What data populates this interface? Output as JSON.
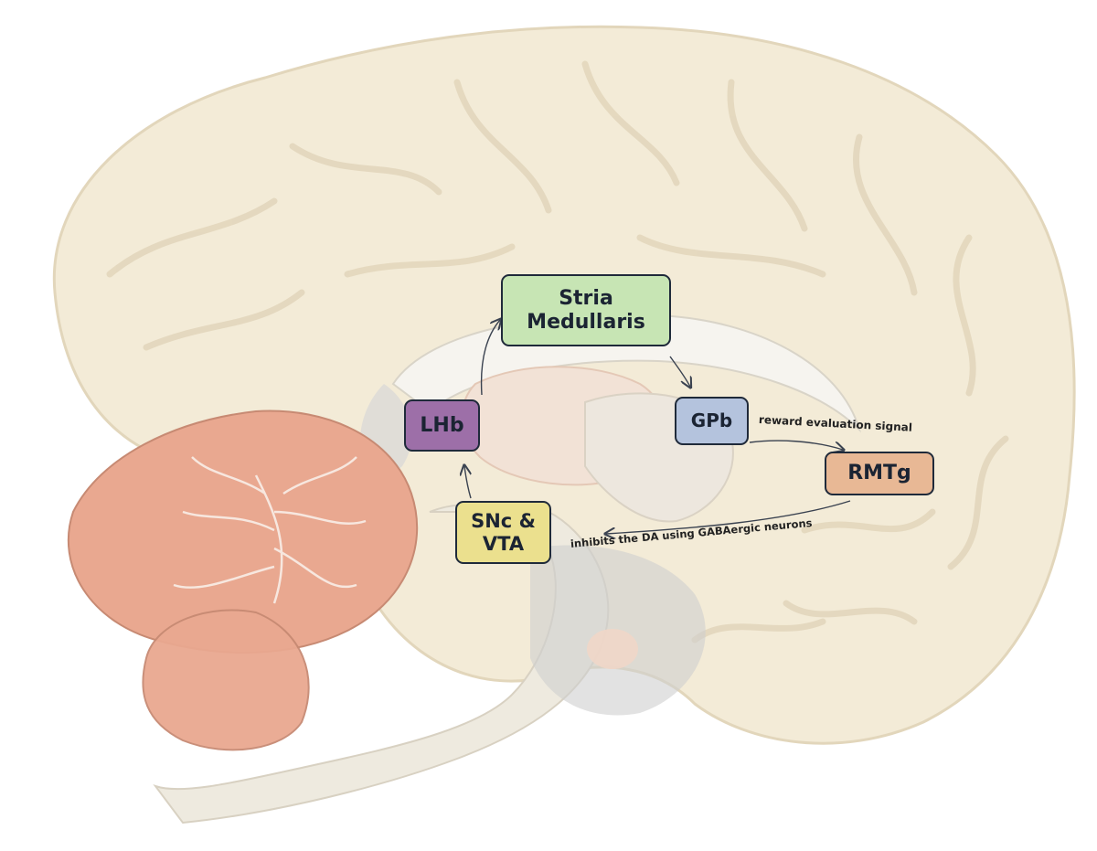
{
  "nodes": {
    "stria": {
      "line1": "Stria",
      "line2": "Medullaris",
      "fill": "#c7e5b4"
    },
    "lhb": {
      "label": "LHb",
      "fill": "#9d6fa8"
    },
    "gpb": {
      "label": "GPb",
      "fill": "#b4c3dd"
    },
    "rmtg": {
      "label": "RMTg",
      "fill": "#e8b895"
    },
    "snc": {
      "line1": "SNc &",
      "line2": "VTA",
      "fill": "#ebe08e"
    }
  },
  "edges": {
    "reward": "reward evaluation signal",
    "inhibits": "inhibits the DA using GABAergic neurons"
  },
  "colors": {
    "cortex": "#f3ebd7",
    "cortex_shadow": "#e6dcc2",
    "cerebellum": "#e9a890",
    "brainstem": "#eeeadf",
    "outline": "#1f2a3a"
  }
}
